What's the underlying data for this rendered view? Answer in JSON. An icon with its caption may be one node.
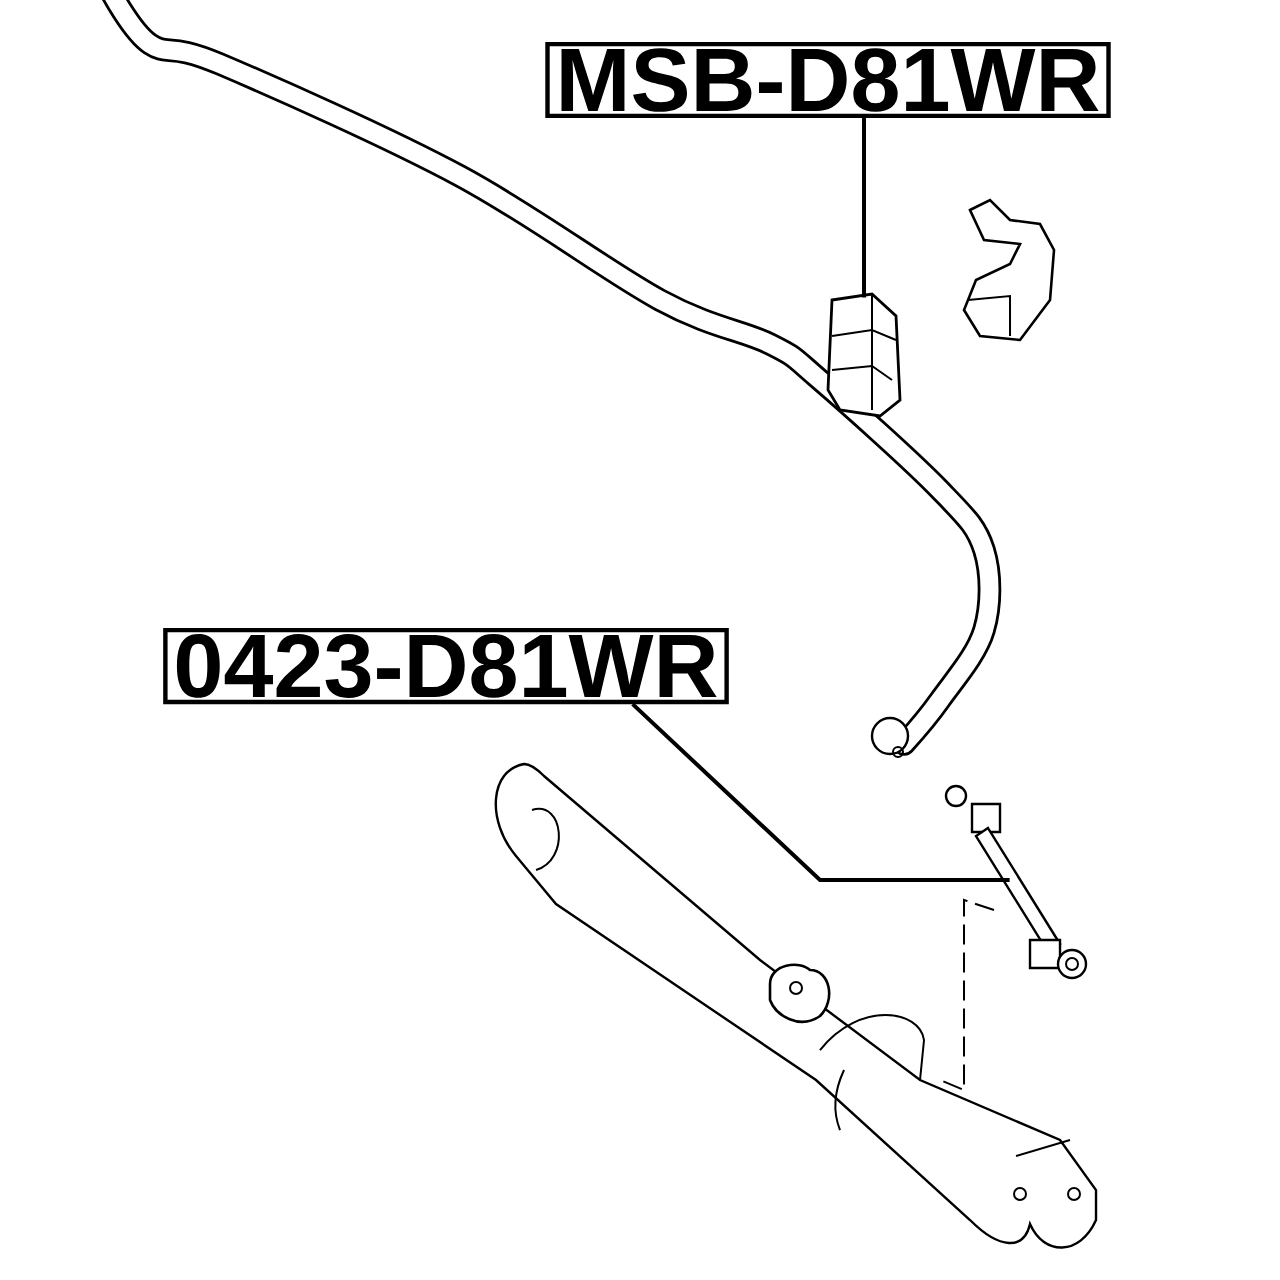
{
  "diagram": {
    "nodes": [
      {
        "text": [
          "MSB-D81WR"
        ]
      },
      {
        "text": [],
        "shape": "picture"
      },
      {
        "text": [
          "0423-D81WR"
        ]
      },
      {
        "text": [],
        "shape": "picture"
      }
    ],
    "edges": [
      {
        "from": 0,
        "to": 1,
        "arrow": "none"
      },
      {
        "from": 2,
        "to": 3,
        "arrow": "none"
      }
    ]
  }
}
